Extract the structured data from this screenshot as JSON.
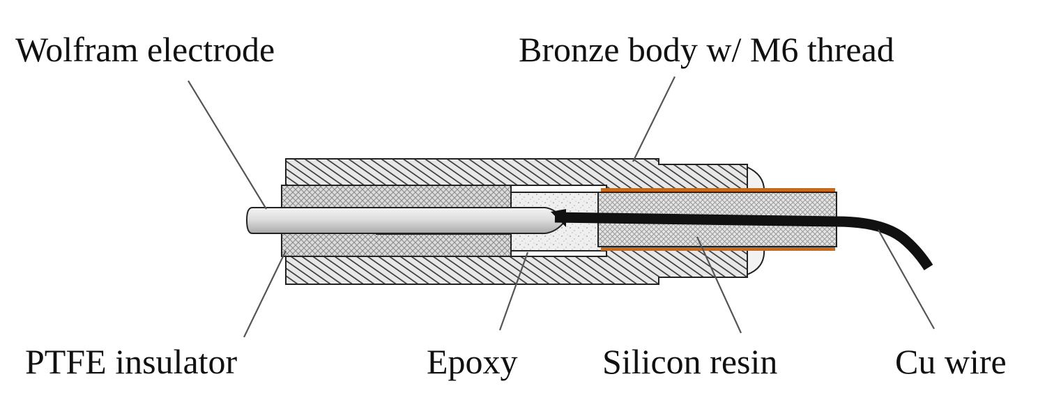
{
  "labels": {
    "wolfram_electrode": "Wolfram electrode",
    "bronze_body": "Bronze body w/ M6 thread",
    "ptfe_insulator": "PTFE insulator",
    "epoxy": "Epoxy",
    "silicon_resin": "Silicon resin",
    "cu_wire": "Cu wire"
  },
  "colors": {
    "outline": "#222222",
    "bronze_hatch": "#333333",
    "ptfe_fill": "#d9d9d9",
    "epoxy_fill": "#eeeeee",
    "silicon_fill": "#e0e0e0",
    "copper_layer": "#c46a1a",
    "electrode": "#d6d6d6",
    "cu_wire": "#111111"
  }
}
